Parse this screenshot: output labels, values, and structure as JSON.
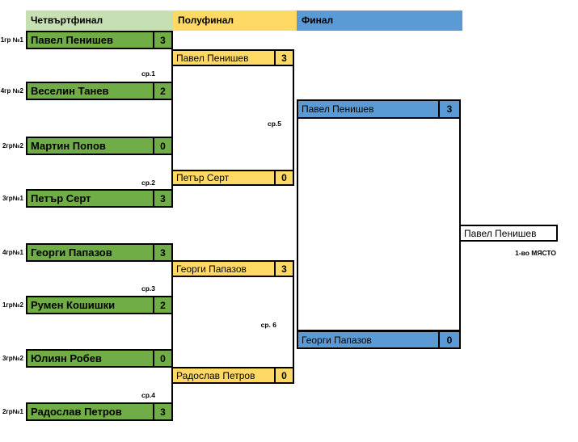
{
  "colors": {
    "bg": "#ffffff",
    "qf_header": "#c6e0b4",
    "green": "#70ad47",
    "yellow": "#ffd966",
    "blue": "#5b9bd5",
    "border": "#000000"
  },
  "headers": {
    "quarterfinal": "Четвъртфинал",
    "semifinal": "Полуфинал",
    "final": "Финал"
  },
  "quarterfinal": {
    "matches": [
      {
        "match_label": "ср.1",
        "top": {
          "seed": "1гр №1",
          "name": "Павел Пенишев",
          "score": "3"
        },
        "bottom": {
          "seed": "4гр №2",
          "name": "Веселин Танев",
          "score": "2"
        }
      },
      {
        "match_label": "ср.2",
        "top": {
          "seed": "2гр№2",
          "name": "Мартин Попов",
          "score": "0"
        },
        "bottom": {
          "seed": "3гр№1",
          "name": "Петър Серт",
          "score": "3"
        }
      },
      {
        "match_label": "ср.3",
        "top": {
          "seed": "4гр№1",
          "name": "Георги Папазов",
          "score": "3"
        },
        "bottom": {
          "seed": "1гр№2",
          "name": "Румен Кошишки",
          "score": "2"
        }
      },
      {
        "match_label": "ср.4",
        "top": {
          "seed": "3гр№2",
          "name": "Юлиян Робев",
          "score": "0"
        },
        "bottom": {
          "seed": "2гр№1",
          "name": "Радослав Петров",
          "score": "3"
        }
      }
    ]
  },
  "semifinal": {
    "matches": [
      {
        "match_label": "ср.5",
        "top": {
          "name": "Павел Пенишев",
          "score": "3"
        },
        "bottom": {
          "name": "Петър Серт",
          "score": "0"
        }
      },
      {
        "match_label": "ср. 6",
        "top": {
          "name": "Георги Папазов",
          "score": "3"
        },
        "bottom": {
          "name": "Радослав Петров",
          "score": "0"
        }
      }
    ]
  },
  "final": {
    "top": {
      "name": "Павел Пенишев",
      "score": "3"
    },
    "bottom": {
      "name": "Георги Папазов",
      "score": "0"
    }
  },
  "winner": {
    "name": "Павел Пенишев",
    "caption": "1-во МЯСТО"
  }
}
